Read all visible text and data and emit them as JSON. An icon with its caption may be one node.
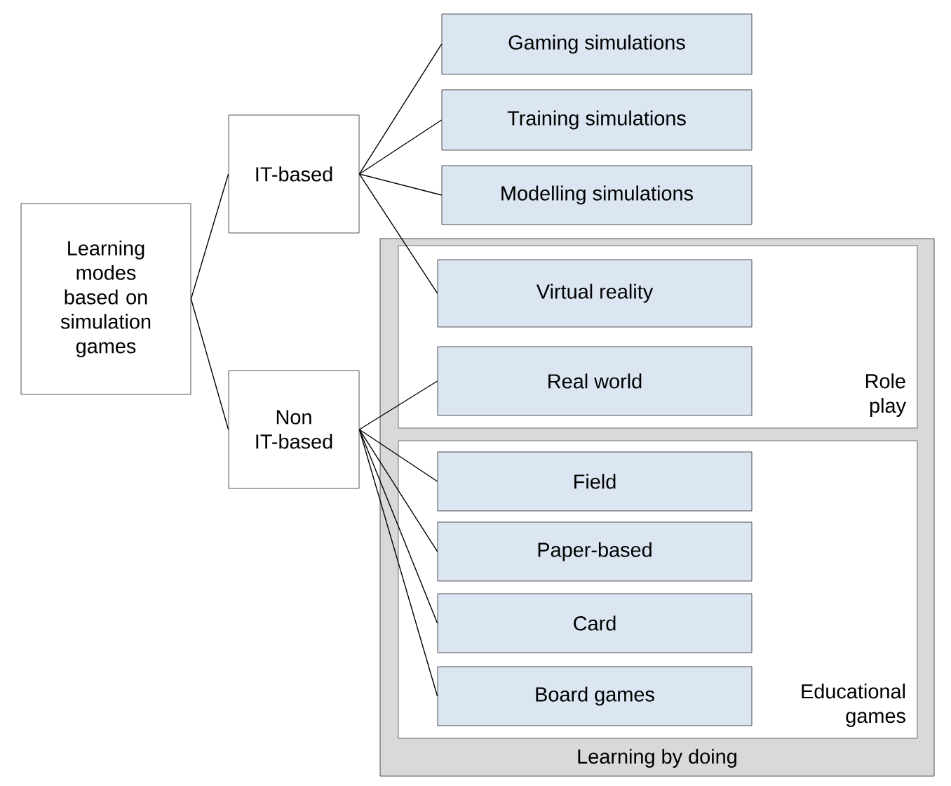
{
  "diagram": {
    "nodes": [
      {
        "text": [
          "Learning modes based on simulation games"
        ]
      },
      {
        "text": [
          "IT-based"
        ]
      },
      {
        "text": [
          "Non IT-based"
        ]
      },
      {
        "text": [
          "Gaming simulations"
        ]
      },
      {
        "text": [
          "Training simulations"
        ]
      },
      {
        "text": [
          "Modelling simulations"
        ]
      },
      {
        "text": [
          "Learning by doing"
        ]
      },
      {
        "text": [
          "Role play"
        ],
        "in": 6
      },
      {
        "text": [
          "Virtual reality"
        ],
        "in": 7
      },
      {
        "text": [
          "Real world"
        ],
        "in": 7
      },
      {
        "text": [
          "Educational games"
        ],
        "in": 6
      },
      {
        "text": [
          "Field"
        ],
        "in": 10
      },
      {
        "text": [
          "Paper-based"
        ],
        "in": 10
      },
      {
        "text": [
          "Card"
        ],
        "in": 10
      },
      {
        "text": [
          "Board games"
        ],
        "in": 10
      }
    ],
    "edges": [
      {
        "from": 0,
        "to": 1,
        "arrow": "none"
      },
      {
        "from": 0,
        "to": 2,
        "arrow": "none"
      },
      {
        "from": 1,
        "to": 3,
        "arrow": "none"
      },
      {
        "from": 1,
        "to": 4,
        "arrow": "none"
      },
      {
        "from": 1,
        "to": 5,
        "arrow": "none"
      },
      {
        "from": 1,
        "to": 8,
        "arrow": "none"
      },
      {
        "from": 2,
        "to": 9,
        "arrow": "none"
      },
      {
        "from": 2,
        "to": 11,
        "arrow": "none"
      },
      {
        "from": 2,
        "to": 12,
        "arrow": "none"
      },
      {
        "from": 2,
        "to": 13,
        "arrow": "none"
      },
      {
        "from": 2,
        "to": 14,
        "arrow": "none"
      }
    ]
  }
}
